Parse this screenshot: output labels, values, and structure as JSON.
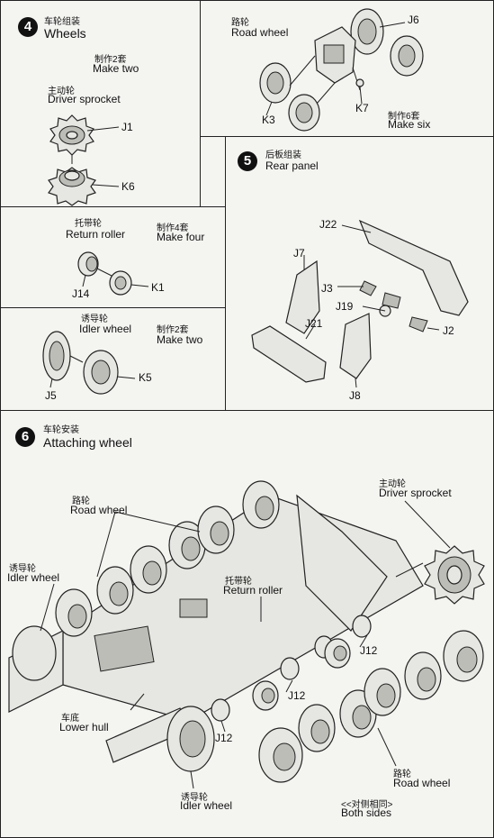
{
  "step4": {
    "number": "4",
    "title_cn": "车轮组装",
    "title_en": "Wheels",
    "qty_cn": "制作2套",
    "qty_en": "Make two",
    "driver_cn": "主动轮",
    "driver_en": "Driver sprocket",
    "parts": [
      "J1",
      "K6"
    ]
  },
  "road_panel": {
    "road_cn": "路轮",
    "road_en": "Road wheel",
    "qty_cn": "制作6套",
    "qty_en": "Make  six",
    "parts": [
      "J6",
      "K3",
      "K7"
    ]
  },
  "return_panel": {
    "name_cn": "托带轮",
    "name_en": "Return roller",
    "qty_cn": "制作4套",
    "qty_en": "Make four",
    "parts": [
      "J14",
      "K1"
    ]
  },
  "idler_panel": {
    "name_cn": "诱导轮",
    "name_en": "Idler wheel",
    "qty_cn": "制作2套",
    "qty_en": "Make two",
    "parts": [
      "J5",
      "K5"
    ]
  },
  "step5": {
    "number": "5",
    "title_cn": "后板组装",
    "title_en": "Rear panel",
    "parts": [
      "J22",
      "J7",
      "J3",
      "J19",
      "J21",
      "J2",
      "J8"
    ]
  },
  "step6": {
    "number": "6",
    "title_cn": "车轮安装",
    "title_en": "Attaching wheel",
    "road_top_cn": "路轮",
    "road_top_en": "Road wheel",
    "driver_cn": "主动轮",
    "driver_en": "Driver sprocket",
    "idler_left_cn": "诱导轮",
    "idler_left_en": "Idler wheel",
    "return_cn": "托带轮",
    "return_en": "Return roller",
    "hull_cn": "车底",
    "hull_en": "Lower hull",
    "idler_bottom_cn": "诱导轮",
    "idler_bottom_en": "Idler wheel",
    "road_bottom_cn": "路轮",
    "road_bottom_en": "Road wheel",
    "both_cn": "<<对侧相同>",
    "both_en": "Both sides",
    "parts": [
      "J12",
      "J12",
      "J12"
    ]
  }
}
